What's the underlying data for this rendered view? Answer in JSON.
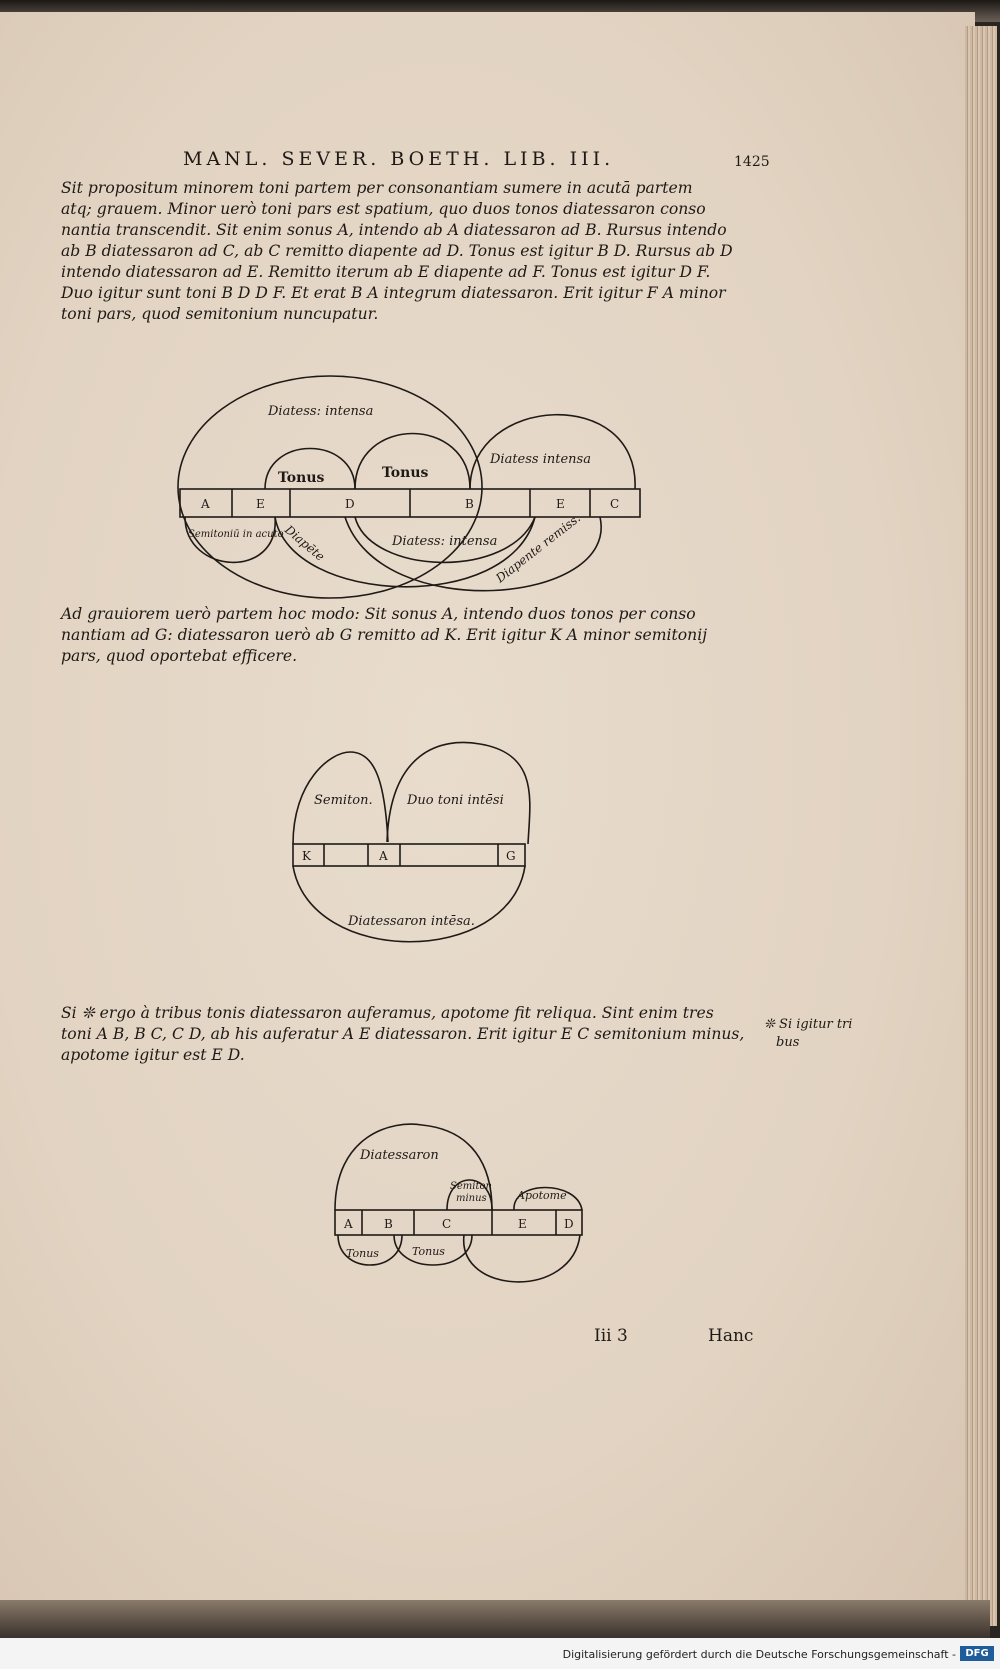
{
  "header": {
    "running_title": "MANL. SEVER. BOETH. LIB. III.",
    "page_number": "1425"
  },
  "paragraphs": [
    {
      "lines": [
        "Sit propositum minorem toni partem per consonantiam sumere in acutā partem",
        "atq; grauem. Minor uerò toni pars est spatium, quo duos tonos diatessaron conso",
        "nantia transcendit. Sit enim sonus A, intendo ab A diatessaron ad B. Rursus intendo",
        "ab B diatessaron ad C, ab C remitto diapente ad D.  Tonus est igitur B D. Rursus ab D",
        "intendo diatessaron ad E. Remitto iterum ab E diapente ad F.  Tonus est igitur D F.",
        "Duo igitur sunt toni B D D F. Et erat B A integrum diatessaron.  Erit igitur F A minor",
        "toni pars, quod semitonium nuncupatur."
      ]
    },
    {
      "lines": [
        "Ad grauiorem uerò partem hoc modo: Sit sonus A, intendo duos tonos per conso",
        "nantiam ad G: diatessaron uerò ab G remitto ad K.    Erit igitur K A minor semitonij",
        "pars, quod oportebat efficere."
      ]
    },
    {
      "lines": [
        "Si ❊ ergo à tribus tonis diatessaron auferamus, apotome fit reliqua. Sint enim tres",
        "toni A B, B C, C D, ab his auferatur A E diatessaron. Erit igitur E C semitonium minus,",
        "apotome igitur est E D."
      ]
    }
  ],
  "margin_note": {
    "mark": "❊",
    "lines": [
      "Si igitur tri",
      "bus"
    ]
  },
  "diagram1": {
    "arc_labels": [
      "Diatess: intensa",
      "Tonus",
      "Tonus",
      "Diatess intensa",
      "Semitoniū in acuto",
      "Diapēte",
      "Diatess: intensa",
      "Diapente remiss."
    ],
    "cells": [
      "A",
      "E",
      "D",
      "B",
      "E",
      "C"
    ]
  },
  "diagram2": {
    "arc_labels": [
      "Semiton.",
      "Duo toni intēsi",
      "Diatessaron intēsa."
    ],
    "cells": [
      "K",
      "A",
      "G"
    ]
  },
  "diagram3": {
    "arc_labels": [
      "Diatessaron",
      "Semiton",
      "minus",
      "Apotome",
      "Tonus",
      "Tonus"
    ],
    "cells": [
      "A",
      "B",
      "C",
      "E",
      "D"
    ]
  },
  "signature": {
    "mark": "Iii 3",
    "catchword": "Hanc"
  },
  "footer": {
    "credit": "Digitalisierung gefördert durch die Deutsche Forschungsgemeinschaft -",
    "badge": "DFG"
  }
}
